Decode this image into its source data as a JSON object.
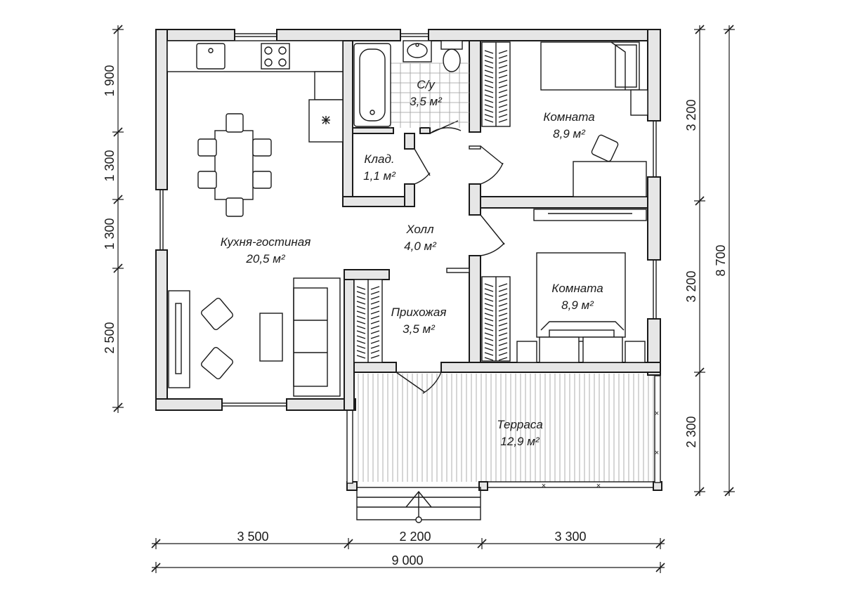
{
  "rooms": {
    "living": {
      "name": "Кухня-гостиная",
      "area": "20,5 м²"
    },
    "bath": {
      "name": "С/у",
      "area": "3,5 м²"
    },
    "room1": {
      "name": "Комната",
      "area": "8,9 м²"
    },
    "storage": {
      "name": "Клад.",
      "area": "1,1 м²"
    },
    "hall": {
      "name": "Холл",
      "area": "4,0 м²"
    },
    "entry": {
      "name": "Прихожая",
      "area": "3,5 м²"
    },
    "room2": {
      "name": "Комната",
      "area": "8,9 м²"
    },
    "terrace": {
      "name": "Терраса",
      "area": "12,9 м²"
    }
  },
  "dimensions": {
    "bottom": [
      "3 500",
      "2 200",
      "3 300"
    ],
    "bottom_total": "9 000",
    "left": [
      "1 900",
      "1 300",
      "1 300",
      "2 500"
    ],
    "right": [
      "3 200",
      "3 200",
      "2 300"
    ],
    "right_total": "8 700"
  }
}
